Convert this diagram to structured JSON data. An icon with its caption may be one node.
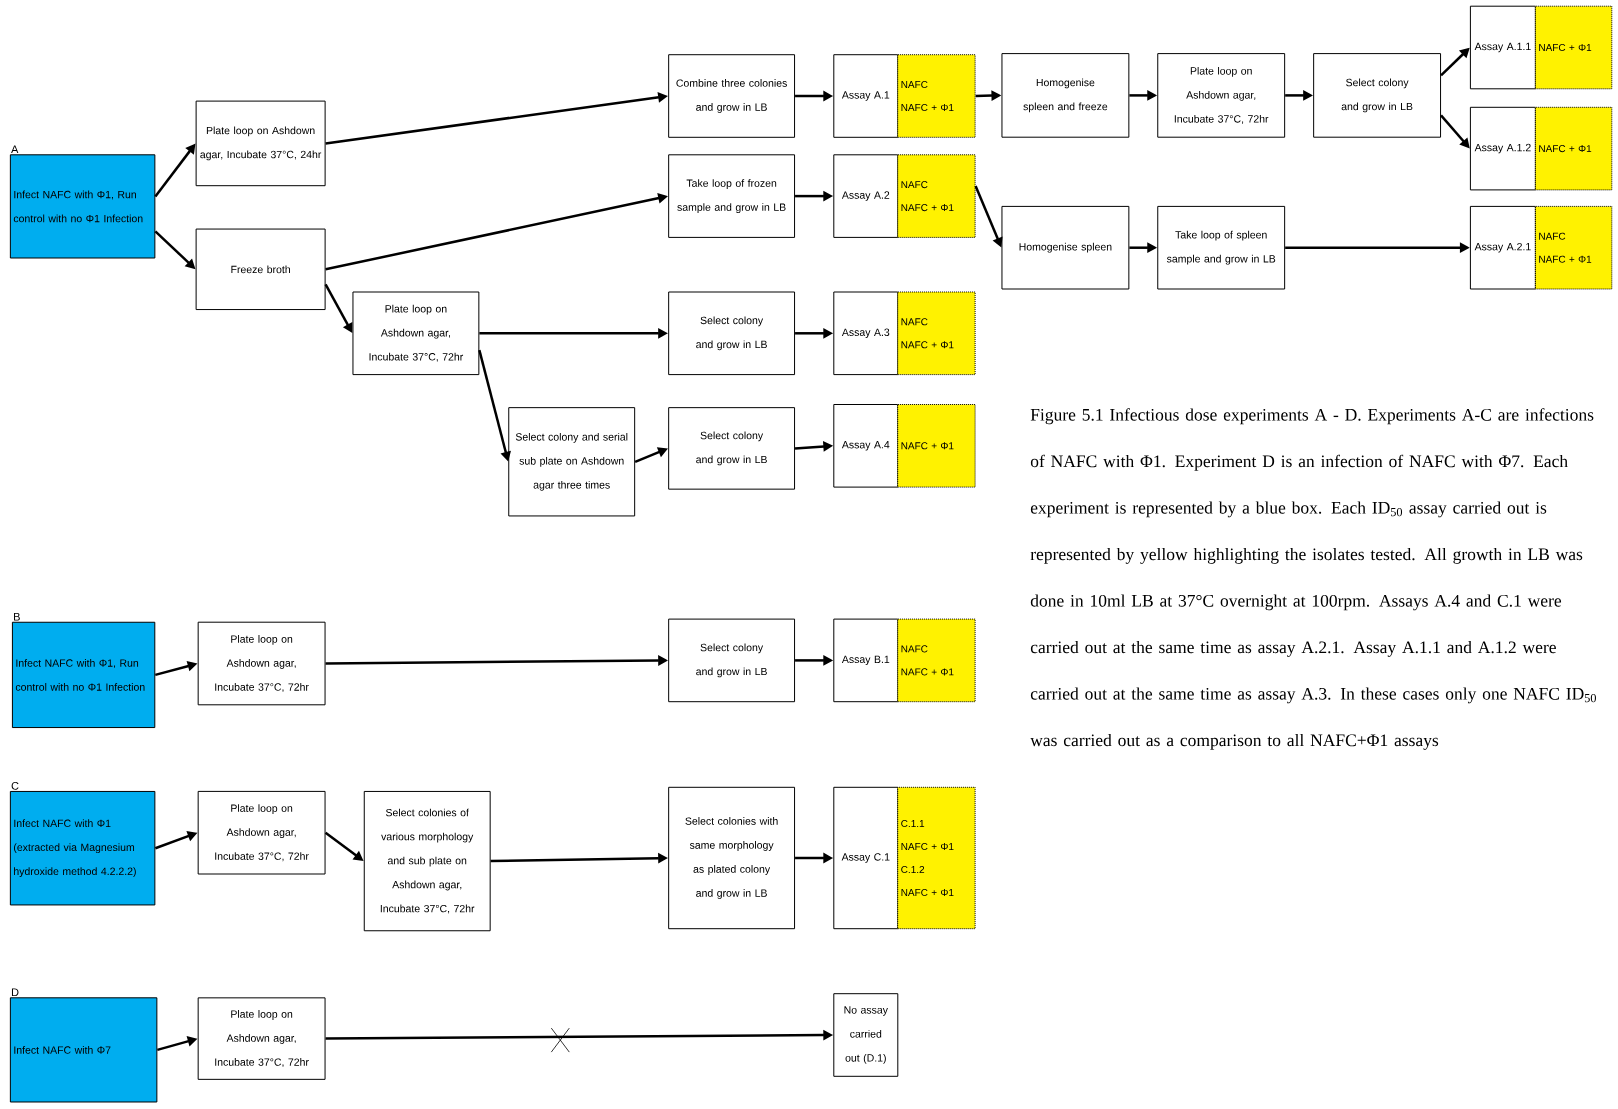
{
  "diagram": {
    "caption": "Figure 5.1 Infectious dose experiments A - D. Experiments A-C are infections of NAFC with Φ1. Experiment D is an infection of NAFC with Φ7. Each experiment is represented by a blue box. Each ID$_{50}$ assay carried out is represented by yellow highlighting the isolates tested. All growth in LB was done in 10ml LB at 37°C overnight at 100rpm. Assays A.4 and C.1 were carried out at the same time as assay A.2.1. Assay A.1.1 and A.1.2 were carried out at the same time as assay A.3. In these cases only one NAFC ID$_{50}$ was carried out as a comparison to all NAFC+Φ1 assays",
    "nodes": [
      {
        "text": [
          "Infect NAFC with Φ1, Run control with no Φ1 Infection"
        ],
        "beside": [
          "A"
        ]
      },
      {
        "text": [
          "Plate loop on Ashdown agar, Incubate 37°C, 24hr"
        ]
      },
      {
        "text": [
          "Freeze broth"
        ]
      },
      {
        "text": [
          "Plate loop on Ashdown agar, Incubate 37°C, 72hr"
        ]
      },
      {
        "text": [
          "Combine three colonies and grow in LB"
        ]
      },
      {
        "text": [
          "Assay A.1"
        ]
      },
      {
        "text": [
          "NAFC",
          "NAFC + Φ1"
        ]
      },
      {
        "text": [
          "Take loop of frozen sample and grow in LB"
        ]
      },
      {
        "text": [
          "Assay A.2"
        ]
      },
      {
        "text": [
          "NAFC",
          "NAFC + Φ1"
        ]
      },
      {
        "text": [
          "Select colony and grow in LB"
        ]
      },
      {
        "text": [
          "Assay A.3"
        ]
      },
      {
        "text": [
          "NAFC",
          "NAFC + Φ1"
        ]
      },
      {
        "text": [
          "Select colony and serial sub plate on Ashdown agar three times"
        ]
      },
      {
        "text": [
          "Select colony and grow in LB"
        ]
      },
      {
        "text": [
          "Assay A.4"
        ]
      },
      {
        "text": [
          "NAFC + Φ1"
        ]
      },
      {
        "text": [
          "Homogenise spleen and freeze"
        ]
      },
      {
        "text": [
          "Plate loop on Ashdown agar, Incubate 37°C, 72hr"
        ]
      },
      {
        "text": [
          "Select colony and grow in LB"
        ]
      },
      {
        "text": [
          "Assay A.1.1"
        ]
      },
      {
        "text": [
          "NAFC + Φ1"
        ]
      },
      {
        "text": [
          "Assay A.1.2"
        ]
      },
      {
        "text": [
          "NAFC + Φ1"
        ]
      },
      {
        "text": [
          "Homogenise spleen"
        ]
      },
      {
        "text": [
          "Take loop of spleen sample and grow in LB"
        ]
      },
      {
        "text": [
          "Assay A.2.1"
        ]
      },
      {
        "text": [
          "NAFC",
          "NAFC + Φ1"
        ]
      },
      {
        "text": [
          "Infect NAFC with Φ1, Run control with no Φ1 Infection"
        ],
        "beside": [
          "B"
        ]
      },
      {
        "text": [
          "Plate loop on Ashdown agar, Incubate 37°C, 72hr"
        ]
      },
      {
        "text": [
          "Select colony and grow in LB"
        ]
      },
      {
        "text": [
          "Assay B.1"
        ]
      },
      {
        "text": [
          "NAFC",
          "NAFC + Φ1"
        ]
      },
      {
        "text": [
          "Infect NAFC with Φ1 (extracted via Magnesium hydroxide method 4.2.2.2)"
        ],
        "beside": [
          "C"
        ]
      },
      {
        "text": [
          "Plate loop on Ashdown agar, Incubate 37°C, 72hr"
        ]
      },
      {
        "text": [
          "Select colonies of various morphology and sub plate on Ashdown agar, Incubate 37°C, 72hr"
        ]
      },
      {
        "text": [
          "Select colonies with same morphology as plated colony and grow in LB"
        ]
      },
      {
        "text": [
          "Assay C.1"
        ]
      },
      {
        "text": [
          "C.1.1",
          "NAFC + Φ1",
          "C.1.2",
          "NAFC + Φ1"
        ]
      },
      {
        "text": [
          "Infect NAFC with Φ7"
        ],
        "beside": [
          "D"
        ]
      },
      {
        "text": [
          "Plate loop on Ashdown agar, Incubate 37°C, 72hr"
        ]
      },
      {
        "text": [
          "No assay carried out (D.1)"
        ]
      }
    ],
    "edges": [
      {
        "from": 0,
        "to": 1,
        "arrow": "to"
      },
      {
        "from": 0,
        "to": 2,
        "arrow": "to"
      },
      {
        "from": 1,
        "to": 4,
        "arrow": "to"
      },
      {
        "from": 2,
        "to": 7,
        "arrow": "to"
      },
      {
        "from": 2,
        "to": 3,
        "arrow": "to"
      },
      {
        "from": 3,
        "to": 10,
        "arrow": "to"
      },
      {
        "from": 3,
        "to": 13,
        "arrow": "to"
      },
      {
        "from": 13,
        "to": 14,
        "arrow": "to"
      },
      {
        "from": 4,
        "to": 5,
        "arrow": "to"
      },
      {
        "from": 7,
        "to": 8,
        "arrow": "to"
      },
      {
        "from": 10,
        "to": 11,
        "arrow": "to"
      },
      {
        "from": 14,
        "to": 15,
        "arrow": "to"
      },
      {
        "from": 6,
        "to": 17,
        "arrow": "to"
      },
      {
        "from": 9,
        "to": 24,
        "arrow": "to"
      },
      {
        "from": 17,
        "to": 18,
        "arrow": "to"
      },
      {
        "from": 18,
        "to": 19,
        "arrow": "to"
      },
      {
        "from": 19,
        "to": 20,
        "arrow": "to"
      },
      {
        "from": 19,
        "to": 22,
        "arrow": "to"
      },
      {
        "from": 24,
        "to": 25,
        "arrow": "to"
      },
      {
        "from": 25,
        "to": 26,
        "arrow": "to"
      },
      {
        "from": 28,
        "to": 29,
        "arrow": "to"
      },
      {
        "from": 29,
        "to": 30,
        "arrow": "to"
      },
      {
        "from": 30,
        "to": 31,
        "arrow": "to"
      },
      {
        "from": 33,
        "to": 34,
        "arrow": "to"
      },
      {
        "from": 34,
        "to": 35,
        "arrow": "to"
      },
      {
        "from": 35,
        "to": 36,
        "arrow": "to"
      },
      {
        "from": 36,
        "to": 37,
        "arrow": "to"
      },
      {
        "from": 39,
        "to": 40,
        "arrow": "to"
      },
      {
        "from": 40,
        "to": 41,
        "arrow": "to"
      }
    ]
  }
}
